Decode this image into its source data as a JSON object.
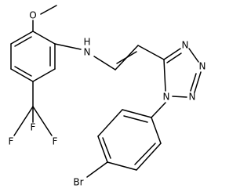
{
  "molecule": {
    "atoms": {
      "methoxy_o": "O",
      "amine_n": "N",
      "amine_h": "H",
      "tetrazole_n1": "N",
      "tetrazole_n2": "N",
      "tetrazole_n3": "N",
      "tetrazole_n4": "N",
      "fluorine_top": "F",
      "fluorine_left": "F",
      "fluorine_bottom": "F",
      "bromine": "Br"
    }
  },
  "colors": {
    "ink": "#000000",
    "background": "#ffffff"
  }
}
